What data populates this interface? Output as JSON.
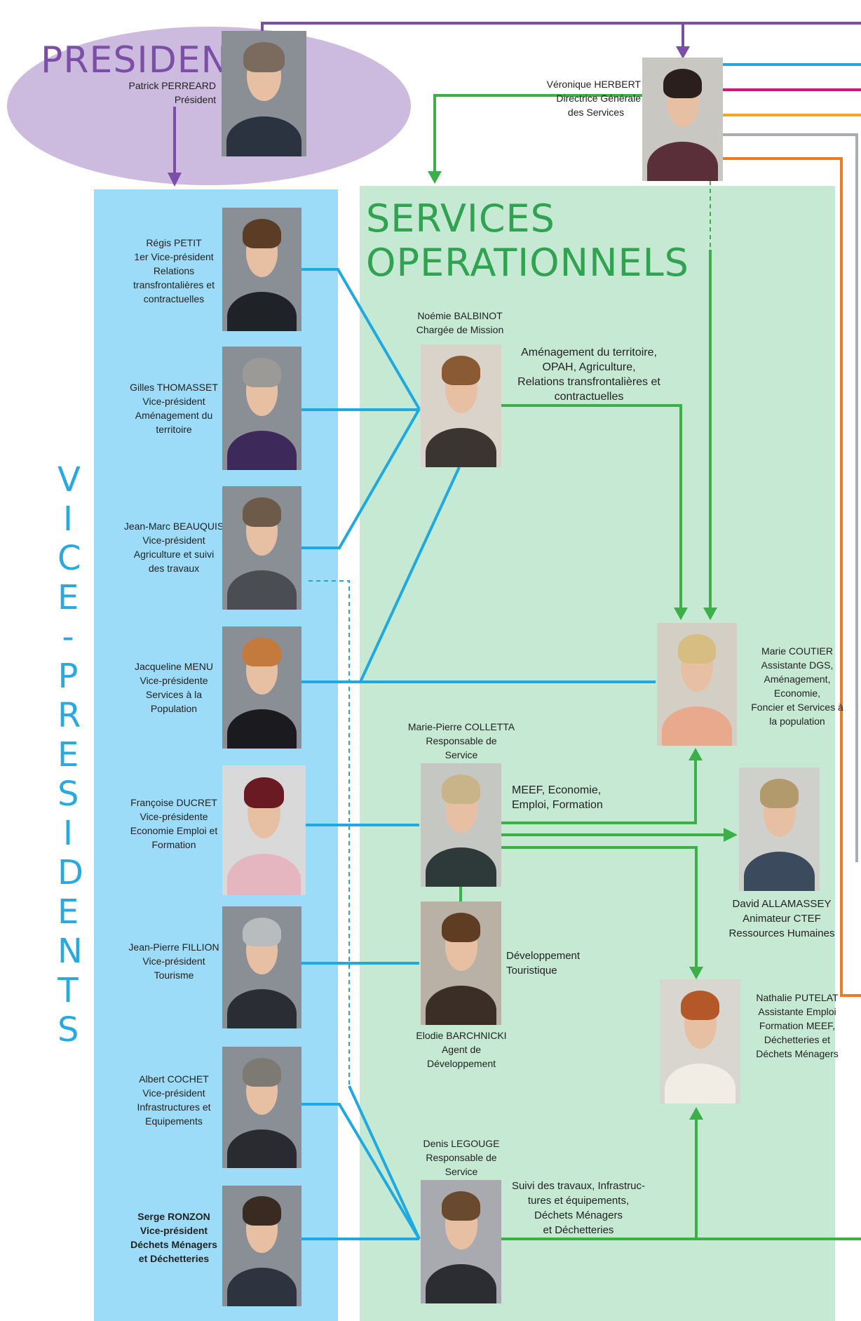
{
  "president": {
    "title": "PRESIDENT",
    "name": "Patrick PERREARD",
    "role": "Président"
  },
  "dgs": {
    "name": "Véronique HERBERT",
    "role_line1": "Directrice Générale",
    "role_line2": "des Services"
  },
  "services_title": "SERVICES OPERATIONNELS",
  "vice_presidents_title": [
    "V",
    "I",
    "C",
    "E",
    "-",
    "P",
    "R",
    "E",
    "S",
    "I",
    "D",
    "E",
    "N",
    "T",
    "S"
  ],
  "vice_presidents": [
    {
      "name": "Régis PETIT",
      "lines": [
        "1er Vice-président",
        "Relations",
        "transfrontalières et",
        "contractuelles"
      ]
    },
    {
      "name": "Gilles THOMASSET",
      "lines": [
        "Vice-président",
        "Aménagement du",
        "territoire"
      ]
    },
    {
      "name": "Jean-Marc BEAUQUIS",
      "lines": [
        "Vice-président",
        "Agriculture et suivi",
        "des travaux"
      ]
    },
    {
      "name": "Jacqueline MENU",
      "lines": [
        "Vice-présidente",
        "Services à la",
        "Population"
      ]
    },
    {
      "name": "Françoise DUCRET",
      "lines": [
        "Vice-présidente",
        "Economie Emploi et",
        "Formation"
      ]
    },
    {
      "name": "Jean-Pierre FILLION",
      "lines": [
        "Vice-président",
        "Tourisme"
      ]
    },
    {
      "name": "Albert COCHET",
      "lines": [
        "Vice-président",
        "Infrastructures et",
        "Equipements"
      ]
    },
    {
      "name": "Serge RONZON",
      "lines": [
        "Vice-président",
        "Déchets Ménagers",
        "et Déchetteries"
      ]
    }
  ],
  "staff": {
    "balbinot": {
      "name": "Noémie BALBINOT",
      "role": "Chargée de Mission",
      "desc": [
        "Aménagement du territoire,",
        "OPAH, Agriculture,",
        "Relations transfrontalières et",
        "contractuelles"
      ]
    },
    "colletta": {
      "name": "Marie-Pierre COLLETTA",
      "role": [
        "Responsable de",
        "Service"
      ],
      "desc": [
        "MEEF, Economie,",
        "Emploi, Formation"
      ]
    },
    "barchnicki": {
      "name": "Elodie BARCHNICKI",
      "role": [
        "Agent de",
        "Développement"
      ],
      "desc": [
        "Développement",
        "Touristique"
      ]
    },
    "legouge": {
      "name": "Denis LEGOUGE",
      "role": [
        "Responsable de",
        "Service"
      ],
      "desc": [
        "Suivi des travaux, Infrastruc-",
        "tures et équipements,",
        "Déchets Ménagers",
        "et Déchetteries"
      ]
    },
    "coutier": {
      "name": "Marie COUTIER",
      "lines": [
        "Assistante DGS,",
        "Aménagement,",
        "Economie,",
        "Foncier et Services à",
        "la  population"
      ]
    },
    "allamassey": {
      "name": "David ALLAMASSEY",
      "lines": [
        "Animateur CTEF",
        "Ressources Humaines"
      ]
    },
    "putelat": {
      "name": "Nathalie PUTELAT",
      "lines": [
        "Assistante Emploi",
        "Formation MEEF,",
        "Déchetteries et",
        "Déchets Ménagers"
      ]
    }
  },
  "colors": {
    "purple": "#7b4fa6",
    "blue": "#1ea9e1",
    "green": "#3daf49",
    "magenta": "#d6157c",
    "orange": "#f5a623",
    "darkorange": "#ef7a22",
    "grey": "#a7adb3"
  }
}
